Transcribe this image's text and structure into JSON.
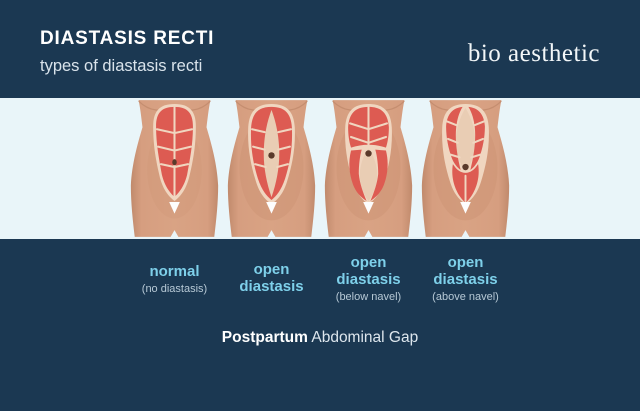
{
  "header": {
    "title": "DIASTASIS RECTI",
    "subtitle": "types of diastasis recti",
    "brand": "bio aesthetic"
  },
  "types": [
    {
      "label": "normal",
      "sublabel": "(no diastasis)",
      "figure": "torso-normal"
    },
    {
      "label": "open diastasis",
      "sublabel": "",
      "figure": "torso-open-diastasis"
    },
    {
      "label": "open diastasis",
      "sublabel": "(below navel)",
      "figure": "torso-open-diastasis-below-navel"
    },
    {
      "label": "open diastasis",
      "sublabel": "(above navel)",
      "figure": "torso-open-diastasis-above-navel"
    }
  ],
  "caption": {
    "bold": "Postpartum",
    "rest": "Abdominal Gap"
  },
  "colors": {
    "navy_band": "#1b3852",
    "light_band": "#e9f5f9",
    "label_cyan": "#7ed0ea",
    "sublabel_gray_blue": "#b7c9d6",
    "title_white": "#ffffff",
    "subtitle_gray": "#d9e3eb",
    "skin": "#d69e80",
    "skin_shadow": "#c18a6c",
    "belly_shadow": "#cb9274",
    "muscle_red": "#dd5b52",
    "muscle_outline_cream": "#f0d6c0",
    "gap_fill": "#e9cdb4",
    "navel_brown": "#5a3a2b"
  }
}
